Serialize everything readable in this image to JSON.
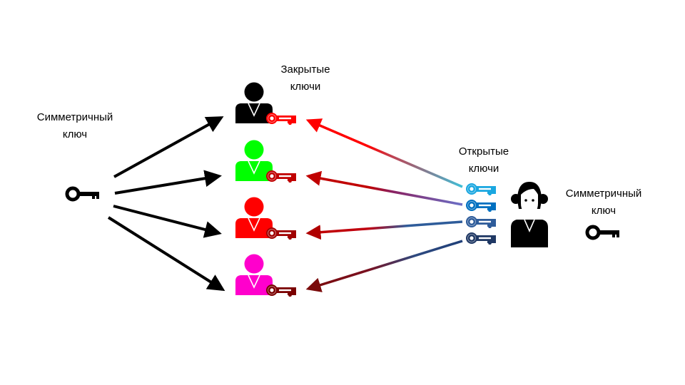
{
  "labels": {
    "symmetric_left": [
      "Симметричный",
      "ключ"
    ],
    "private_keys": [
      "Закрытые",
      "ключи"
    ],
    "public_keys": [
      "Открытые",
      "ключи"
    ],
    "symmetric_right": [
      "Симметричный",
      "ключ"
    ]
  },
  "recipients": [
    {
      "name": "recipient-black",
      "body_color": "#000000",
      "key_color": "#ff0000"
    },
    {
      "name": "recipient-green",
      "body_color": "#00ff00",
      "key_color": "#c00000"
    },
    {
      "name": "recipient-red",
      "body_color": "#ff0000",
      "key_color": "#a00000"
    },
    {
      "name": "recipient-magenta",
      "body_color": "#ff00cc",
      "key_color": "#7a0000"
    }
  ],
  "public_key_colors": [
    "#1aa7e0",
    "#0070c0",
    "#2e5c9a",
    "#1f3864"
  ],
  "icons": {
    "symmetric_key": "key-icon",
    "recipient": "person-icon",
    "sender": "woman-icon"
  }
}
